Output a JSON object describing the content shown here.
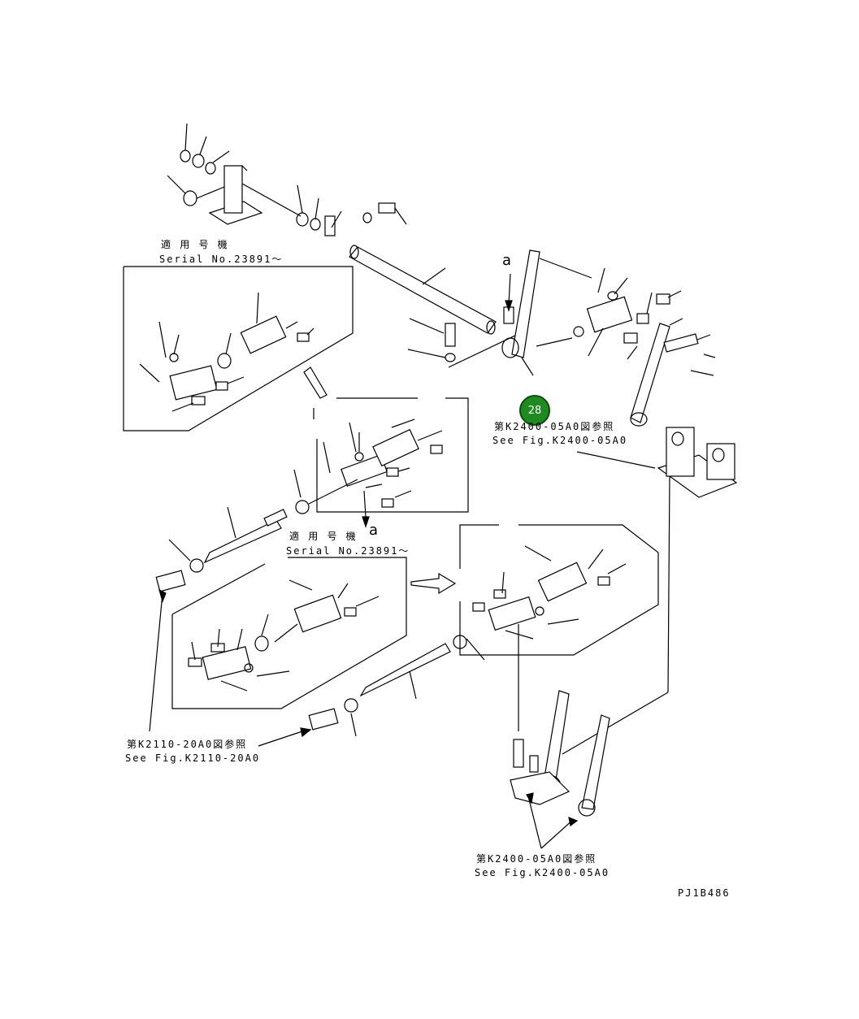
{
  "labels": {
    "serial_jp": "適 用 号 機",
    "serial_en": "Serial No.23891～",
    "ref_k2400_jp": "第K2400-05A0図参照",
    "ref_k2400_en": "See Fig.K2400-05A0",
    "ref_k2110_jp": "第K2110-20A0図参照",
    "ref_k2110_en": "See Fig.K2110-20A0",
    "marker_a": "a",
    "drawing_code": "PJ1B486"
  },
  "badge": {
    "number": "28",
    "color": "#1f8a1f"
  }
}
